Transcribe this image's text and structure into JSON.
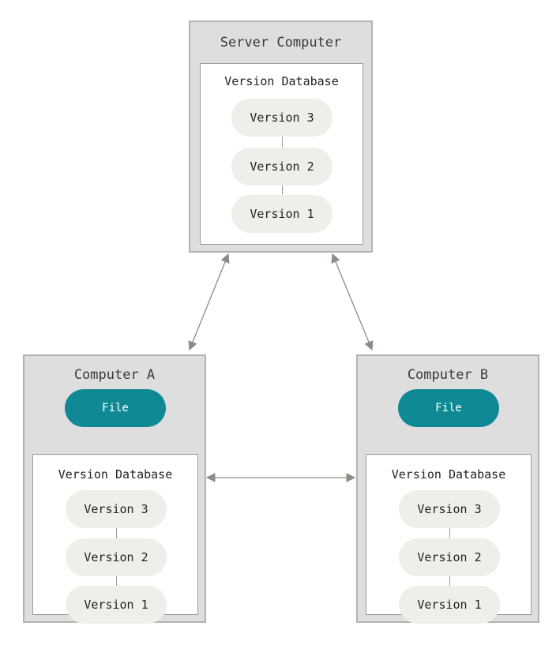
{
  "server": {
    "title": "Server Computer",
    "database": {
      "title": "Version Database",
      "versions": [
        "Version 3",
        "Version 2",
        "Version 1"
      ]
    }
  },
  "computer_a": {
    "title": "Computer A",
    "file_label": "File",
    "database": {
      "title": "Version Database",
      "versions": [
        "Version 3",
        "Version 2",
        "Version 1"
      ]
    }
  },
  "computer_b": {
    "title": "Computer B",
    "file_label": "File",
    "database": {
      "title": "Version Database",
      "versions": [
        "Version 3",
        "Version 2",
        "Version 1"
      ]
    }
  },
  "colors": {
    "computer_bg": "#dedede",
    "computer_border": "#b3b3b3",
    "pill_bg": "#efeee8",
    "file_bg": "#0f8a94",
    "arrow": "#8f8a84"
  }
}
